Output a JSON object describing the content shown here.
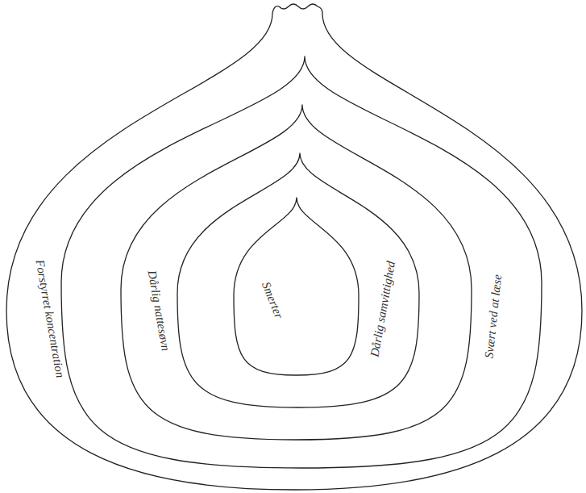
{
  "diagram": {
    "nodes": [
      {
        "text": [
          "Forstyrret koncentration"
        ]
      },
      {
        "text": [
          "Svært ved at læse"
        ],
        "in": 0
      },
      {
        "text": [
          "Dårlig nattesøvn"
        ],
        "in": 1
      },
      {
        "text": [
          "Dårlig samvittighed"
        ],
        "in": 2
      },
      {
        "text": [
          "Smerter"
        ],
        "in": 3
      }
    ]
  }
}
